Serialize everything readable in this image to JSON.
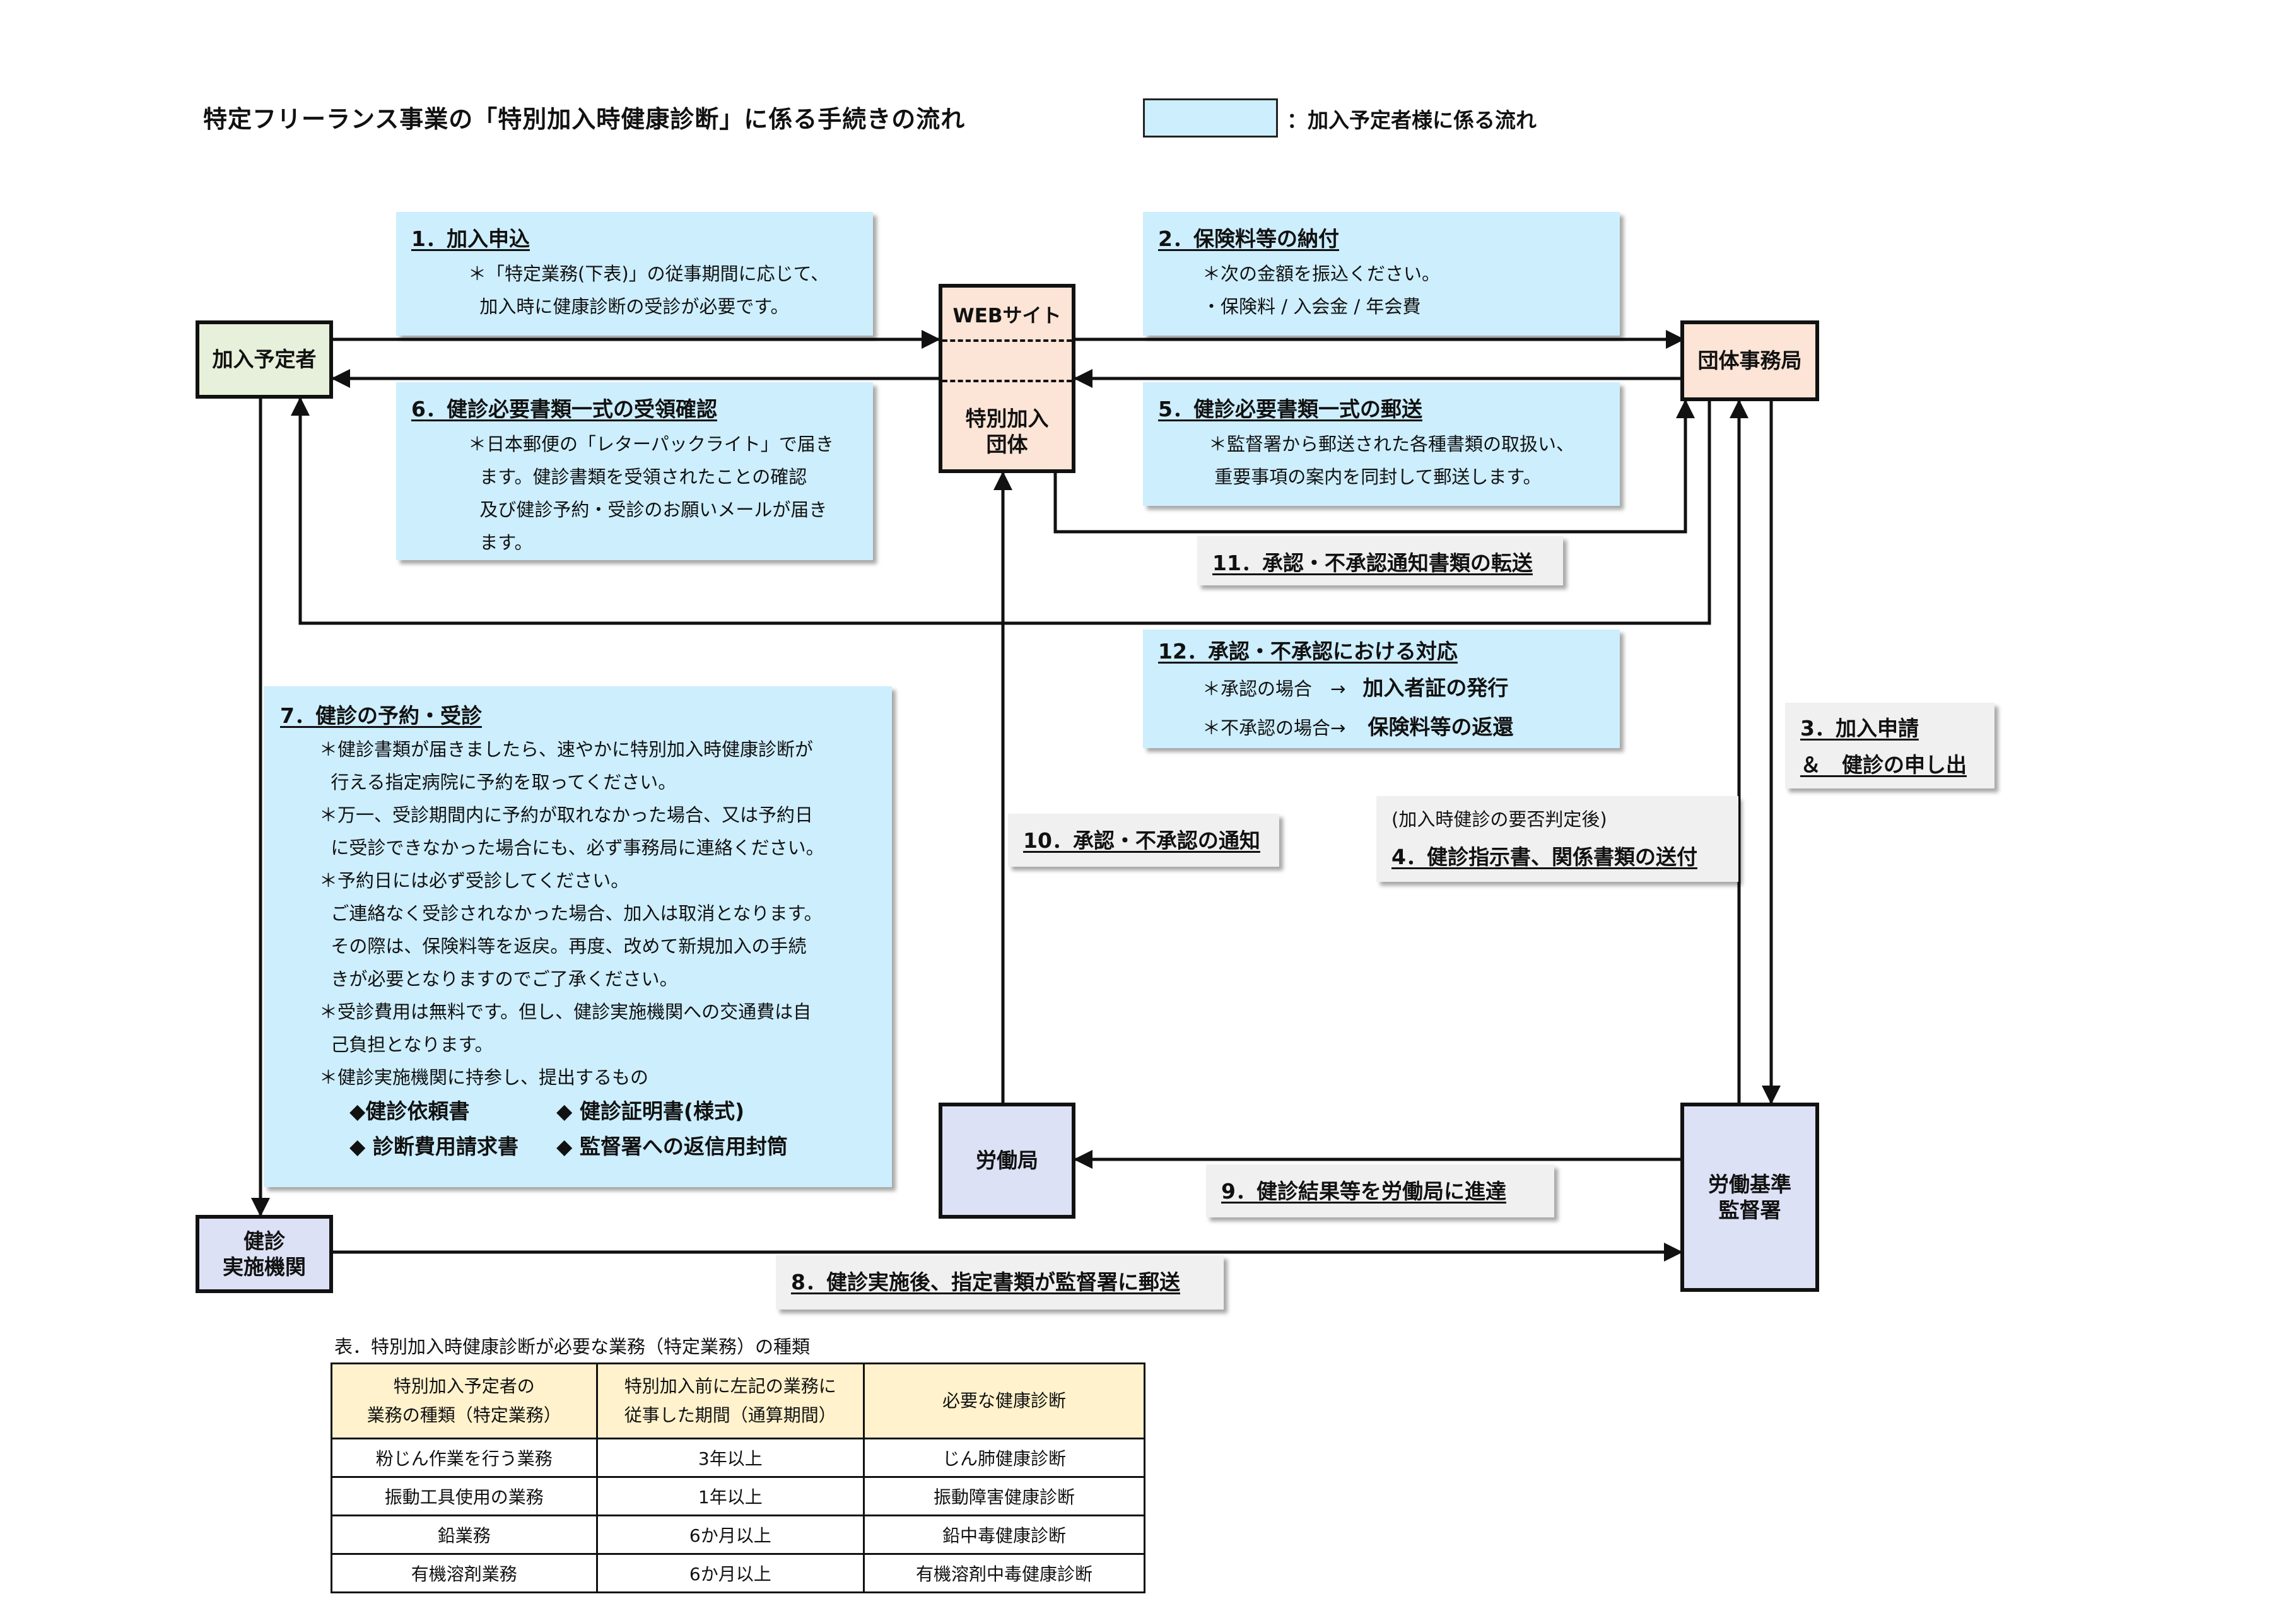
{
  "title": "特定フリーランス事業の「特別加入時健康診断」に係る手続きの流れ",
  "legend": {
    "label": "：加入予定者様に係る流れ",
    "color": "#cdeefd"
  },
  "nodes": {
    "applicant": "加入予定者",
    "website": "WEBサイト",
    "group": "特別加入\n団体",
    "office": "団体事務局",
    "exam_org": "健診\n実施機関",
    "labor_bureau": "労働局",
    "inspection": "労働基準\n監督署"
  },
  "steps": {
    "s1": {
      "title": "1．加入申込",
      "lines": [
        "＊「特定業務(下表)」の従事期間に応じて、",
        "  加入時に健康診断の受診が必要です。"
      ]
    },
    "s2": {
      "title": "2．保険料等の納付",
      "lines": [
        "＊次の金額を振込ください。",
        "・保険料 / 入会金 / 年会費"
      ]
    },
    "s3": {
      "title": "3．加入申請",
      "line2": "＆　健診の申し出"
    },
    "s4": {
      "note": "(加入時健診の要否判定後)",
      "title": "4．健診指示書、関係書類の送付"
    },
    "s5": {
      "title": "5．健診必要書類一式の郵送",
      "lines": [
        "＊監督署から郵送された各種書類の取扱い、",
        " 重要事項の案内を同封して郵送します。"
      ]
    },
    "s6": {
      "title": "6．健診必要書類一式の受領確認",
      "lines": [
        "＊日本郵便の「レターパックライト」で届き",
        "  ます。健診書類を受領されたことの確認",
        "  及び健診予約・受診のお願いメールが届き",
        "  ます。"
      ]
    },
    "s7": {
      "title": "7．健診の予約・受診",
      "lines": [
        "＊健診書類が届きましたら、速やかに特別加入時健康診断が",
        "  行える指定病院に予約を取ってください。",
        "＊万一、受診期間内に予約が取れなかった場合、又は予約日",
        "  に受診できなかった場合にも、必ず事務局に連絡ください。",
        "＊予約日には必ず受診してください。",
        "  ご連絡なく受診されなかった場合、加入は取消となります。",
        "  その際は、保険料等を返戻。再度、改めて新規加入の手続",
        "  きが必要となりますのでご了承ください。",
        "＊受診費用は無料です。但し、健診実施機関への交通費は自",
        "  己負担となります。",
        "＊健診実施機関に持参し、提出するもの"
      ],
      "items": [
        "◆健診依頼書",
        "◆ 健診証明書(様式)",
        "◆ 診断費用請求書",
        "◆ 監督署への返信用封筒"
      ]
    },
    "s8": {
      "title": "8．健診実施後、指定書類が監督署に郵送"
    },
    "s9": {
      "title": "9．健診結果等を労働局に進達"
    },
    "s10": {
      "title": "10．承認・不承認の通知"
    },
    "s11": {
      "title": "11．承認・不承認通知書類の転送"
    },
    "s12": {
      "title": "12．承認・不承認における対応",
      "approve_label": "＊承認の場合　→",
      "approve_result": "加入者証の発行",
      "reject_label": "＊不承認の場合→",
      "reject_result": "保険料等の返還"
    }
  },
  "table": {
    "caption": "表．特別加入時健康診断が必要な業務（特定業務）の種類",
    "headers": [
      "特別加入予定者の\n業務の種類（特定業務）",
      "特別加入前に左記の業務に\n従事した期間（通算期間）",
      "必要な健康診断"
    ],
    "rows": [
      [
        "粉じん作業を行う業務",
        "3年以上",
        "じん肺健康診断"
      ],
      [
        "振動工具使用の業務",
        "1年以上",
        "振動障害健康診断"
      ],
      [
        "鉛業務",
        "6か月以上",
        "鉛中毒健康診断"
      ],
      [
        "有機溶剤業務",
        "6か月以上",
        "有機溶剤中毒健康診断"
      ]
    ]
  }
}
